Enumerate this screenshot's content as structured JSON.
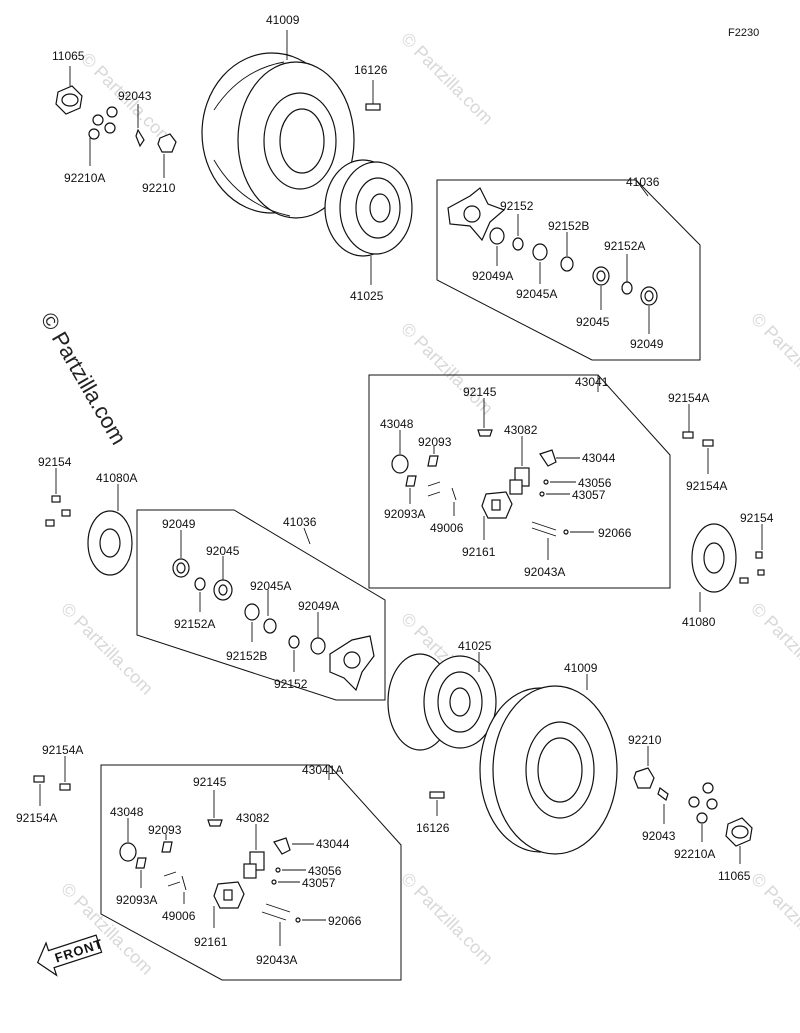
{
  "figure_code": "F2230",
  "copyright": "© Partzilla.com",
  "watermark": "© Partzilla.com",
  "front_label": "FRONT",
  "labels": {
    "l41009_top": "41009",
    "l16126_top": "16126",
    "l11065_top": "11065",
    "l92043_top": "92043",
    "l92210A_top": "92210A",
    "l92210_top": "92210",
    "l41025_top": "41025",
    "l41036_top": "41036",
    "l92152_top": "92152",
    "l92152B_top": "92152B",
    "l92152A_top": "92152A",
    "l92049A_top": "92049A",
    "l92045A_top": "92045A",
    "l92045_top": "92045",
    "l92049_top": "92049",
    "l43041": "43041",
    "l92145_a": "92145",
    "l43048_a": "43048",
    "l43082_a": "43082",
    "l92093_a": "92093",
    "l43044_a": "43044",
    "l43056_a": "43056",
    "l43057_a": "43057",
    "l92093A_a": "92093A",
    "l49006_a": "49006",
    "l92066_a": "92066",
    "l92161_a": "92161",
    "l92043A_a": "92043A",
    "l92154A_r1": "92154A",
    "l92154A_r2": "92154A",
    "l92154_left": "92154",
    "l41080A": "41080A",
    "l92154_right": "92154",
    "l41080": "41080",
    "l41036_mid": "41036",
    "l92049_mid": "92049",
    "l92045_mid": "92045",
    "l92045A_mid": "92045A",
    "l92049A_mid": "92049A",
    "l92152A_mid": "92152A",
    "l92152B_mid": "92152B",
    "l92152_mid": "92152",
    "l41025_bot": "41025",
    "l41009_bot": "41009",
    "l92210_bot": "92210",
    "l92043_bot": "92043",
    "l92210A_bot": "92210A",
    "l11065_bot": "11065",
    "l16126_bot": "16126",
    "l92154A_l1": "92154A",
    "l92154A_l2": "92154A",
    "l43041A": "43041A",
    "l92145_b": "92145",
    "l43048_b": "43048",
    "l43082_b": "43082",
    "l92093_b": "92093",
    "l43044_b": "43044",
    "l43056_b": "43056",
    "l43057_b": "43057",
    "l92093A_b": "92093A",
    "l49006_b": "49006",
    "l92066_b": "92066",
    "l92161_b": "92161",
    "l92043A_b": "92043A"
  }
}
